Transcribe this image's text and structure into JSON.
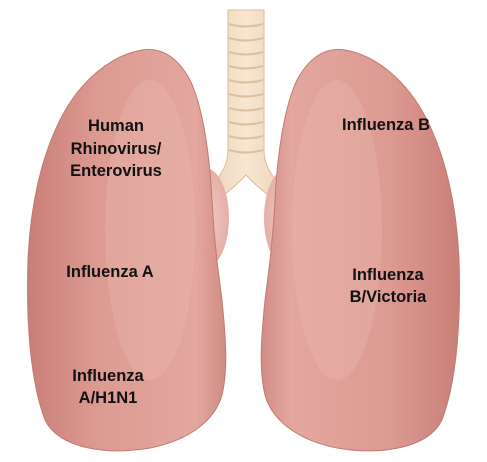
{
  "colors": {
    "lung_fill": "#dc9a92",
    "lung_shade": "#c97f78",
    "lung_highlight": "#ecb9b2",
    "lobe_fill": "#ecbcb8",
    "trachea_fill": "#f3dcc0",
    "trachea_ring": "#e2c4a3",
    "label_text": "#111111"
  },
  "labels": {
    "left_lung": {
      "rhinovirus": [
        "Human",
        "Rhinovirus/",
        "Enterovirus"
      ],
      "influenza_a": "Influenza A",
      "influenza_a_h1n1": [
        "Influenza",
        "A/H1N1"
      ]
    },
    "right_lung": {
      "influenza_b": "Influenza B",
      "influenza_b_victoria": [
        "Influenza",
        "B/Victoria"
      ]
    }
  }
}
